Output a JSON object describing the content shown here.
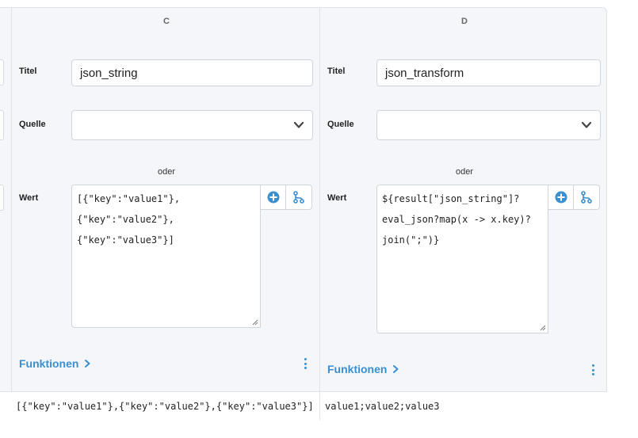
{
  "columns": [
    {
      "header": "C",
      "labels": {
        "title": "Titel",
        "source": "Quelle",
        "value": "Wert"
      },
      "title_value": "json_string",
      "source_value": "",
      "or_label": "oder",
      "value_lines": [
        "[{\"key\":\"value1\"},",
        "{\"key\":\"value2\"},",
        "{\"key\":\"value3\"}]"
      ],
      "functions_label": "Funktionen",
      "result": "[{\"key\":\"value1\"},{\"key\":\"value2\"},{\"key\":\"value3\"}]"
    },
    {
      "header": "D",
      "labels": {
        "title": "Titel",
        "source": "Quelle",
        "value": "Wert"
      },
      "title_value": "json_transform",
      "source_value": "",
      "or_label": "oder",
      "value_lines": [
        "${result[\"json_string\"]?",
        "eval_json?map(x -> x.key)?",
        "join(\";\")}"
      ],
      "functions_label": "Funktionen",
      "result": "value1;value2;value3"
    }
  ],
  "icons": {
    "add": "plus-circle-icon",
    "branch": "branch-icon",
    "chevron_select": "chevron-down-icon",
    "chevron_functions": "chevron-right-icon",
    "menu": "kebab-menu-icon"
  },
  "colors": {
    "accent": "#3a8fd0",
    "panel_bg": "#f4f6f9",
    "border": "#cfd5dc"
  }
}
